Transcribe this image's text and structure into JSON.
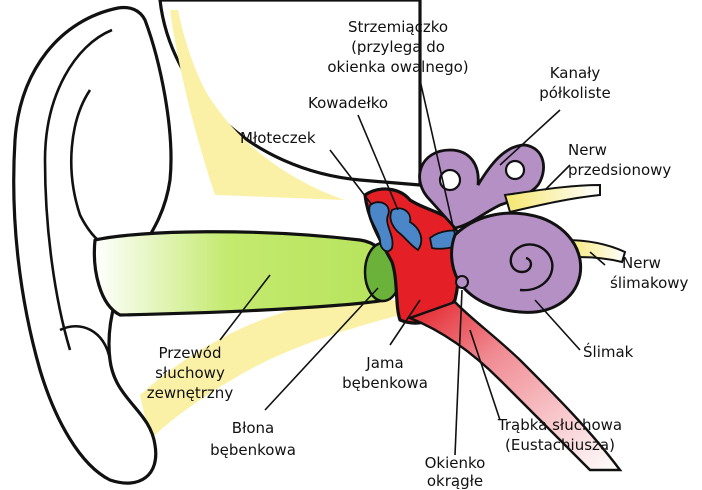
{
  "colors": {
    "skin": "#ffffff",
    "bone": "#fbf1a6",
    "canal": "#c4ea6e",
    "eardrum": "#6bb23a",
    "middle_ear": "#e41f26",
    "ossicles": "#4a86c8",
    "inner_ear": "#b490c4",
    "nerve": "#f5e76e",
    "tube": "#f0a0a8",
    "outline": "#111111"
  },
  "labels": {
    "stapes_1": "Strzemiączko",
    "stapes_2": "(przylega do",
    "stapes_3": "okienka owalnego)",
    "incus": "Kowadełko",
    "malleus": "Młoteczek",
    "canals_1": "Kanały",
    "canals_2": "półkoliste",
    "vestibular_1": "Nerw",
    "vestibular_2": "przedsionowy",
    "cochlear_nerve_1": "Nerw",
    "cochlear_nerve_2": "ślimakowy",
    "cochlea": "Ślimak",
    "canal_1": "Przewód",
    "canal_2": "słuchowy",
    "canal_3": "zewnętrzny",
    "cavity_1": "Jama",
    "cavity_2": "bębenkowa",
    "eardrum_1": "Błona",
    "eardrum_2": "bębenkowa",
    "tube_1": "Trąbka słuchowa",
    "tube_2": "(Eustachiusza)",
    "round_1": "Okienko",
    "round_2": "okrągłe"
  }
}
